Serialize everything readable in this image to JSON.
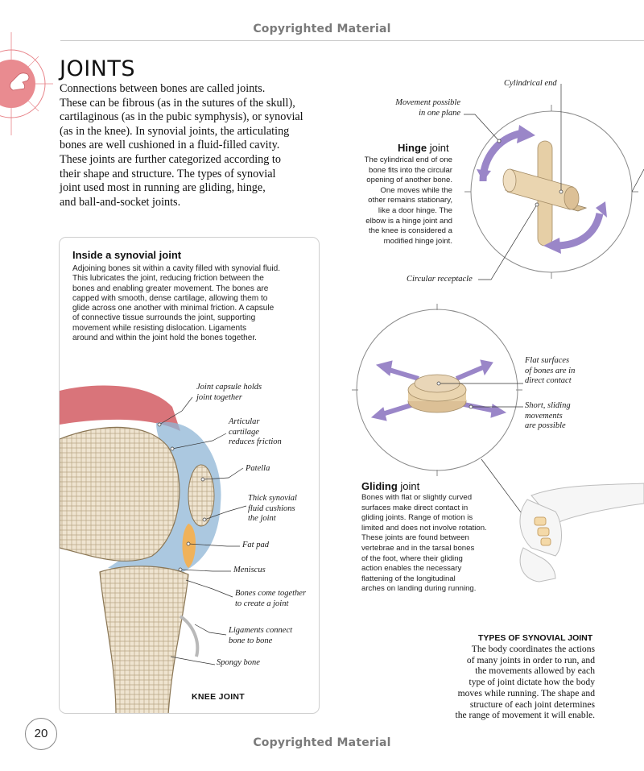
{
  "watermark": "Copyrighted Material",
  "title": "JOINTS",
  "intro_lines": [
    "Connections between bones are called joints.",
    "These can be fibrous (as in the sutures of the skull),",
    "cartilaginous (as in the pubic symphysis), or synovial",
    "(as in the knee). In synovial joints, the articulating",
    "bones are well cushioned in a fluid-filled cavity.",
    "These joints are further categorized according to",
    "their shape and structure. The types of synovial",
    "joint used most in running are gliding, hinge,",
    "and ball-and-socket joints."
  ],
  "synovial_box": {
    "title": "Inside a synovial joint",
    "lines": [
      "Adjoining bones sit within a cavity filled with synovial fluid.",
      "This lubricates the joint, reducing friction between the",
      "bones and enabling greater movement. The bones are",
      "capped with smooth, dense cartilage, allowing them to",
      "glide across one another with minimal friction. A capsule",
      "of connective tissue surrounds the joint, supporting",
      "movement while resisting dislocation. Ligaments",
      "around and within the joint hold the bones together."
    ],
    "labels": {
      "capsule": [
        "Joint capsule holds",
        "joint together"
      ],
      "cartilage": [
        "Articular",
        "cartilage",
        "reduces friction"
      ],
      "patella": [
        "Patella"
      ],
      "fluid": [
        "Thick synovial",
        "fluid cushions",
        "the joint"
      ],
      "fat_pad": [
        "Fat pad"
      ],
      "meniscus": [
        "Meniscus"
      ],
      "bones_meet": [
        "Bones come together",
        "to create a joint"
      ],
      "ligaments": [
        "Ligaments connect",
        "bone to bone"
      ],
      "spongy": [
        "Spongy bone"
      ]
    },
    "caption": "KNEE JOINT"
  },
  "hinge": {
    "head_bold": "Hinge",
    "head_rest": " joint",
    "lines": [
      "The cylindrical end of one",
      "bone fits into the circular",
      "opening of another bone.",
      "One moves while the",
      "other remains stationary,",
      "like a door hinge. The",
      "elbow is a hinge joint and",
      "the knee is considered a",
      "modified hinge joint."
    ],
    "label_cylindrical": "Cylindrical end",
    "label_movement": [
      "Movement possible",
      "in one plane"
    ],
    "label_receptacle": "Circular receptacle"
  },
  "gliding": {
    "head_bold": "Gliding",
    "head_rest": " joint",
    "lines": [
      "Bones with flat or slightly curved",
      "surfaces make direct contact in",
      "gliding joints. Range of motion is",
      "limited and does not involve rotation.",
      "These joints are found between",
      "vertebrae and in the tarsal bones",
      "of the foot, where their gliding",
      "action enables the necessary",
      "flattening of the longitudinal",
      "arches on landing during running."
    ],
    "label_flat": [
      "Flat surfaces",
      "of bones are in",
      "direct contact"
    ],
    "label_sliding": [
      "Short, sliding",
      "movements",
      "are possible"
    ]
  },
  "types": {
    "heading": "TYPES OF SYNOVIAL JOINT",
    "lines": [
      "The body coordinates the actions",
      "of many joints in order to run, and",
      "the movements allowed by each",
      "type of joint dictate how the body",
      "moves while running. The shape and",
      "structure of each joint determines",
      "the range of movement it will enable."
    ]
  },
  "page_number": "20",
  "colors": {
    "accent_pink": "#e8848a",
    "arrow_purple": "#9a86c8",
    "bone": "#e9d6b8",
    "muscle": "#d9747a",
    "synovial_blue": "#8fb6d6",
    "fat": "#f0b25a"
  }
}
